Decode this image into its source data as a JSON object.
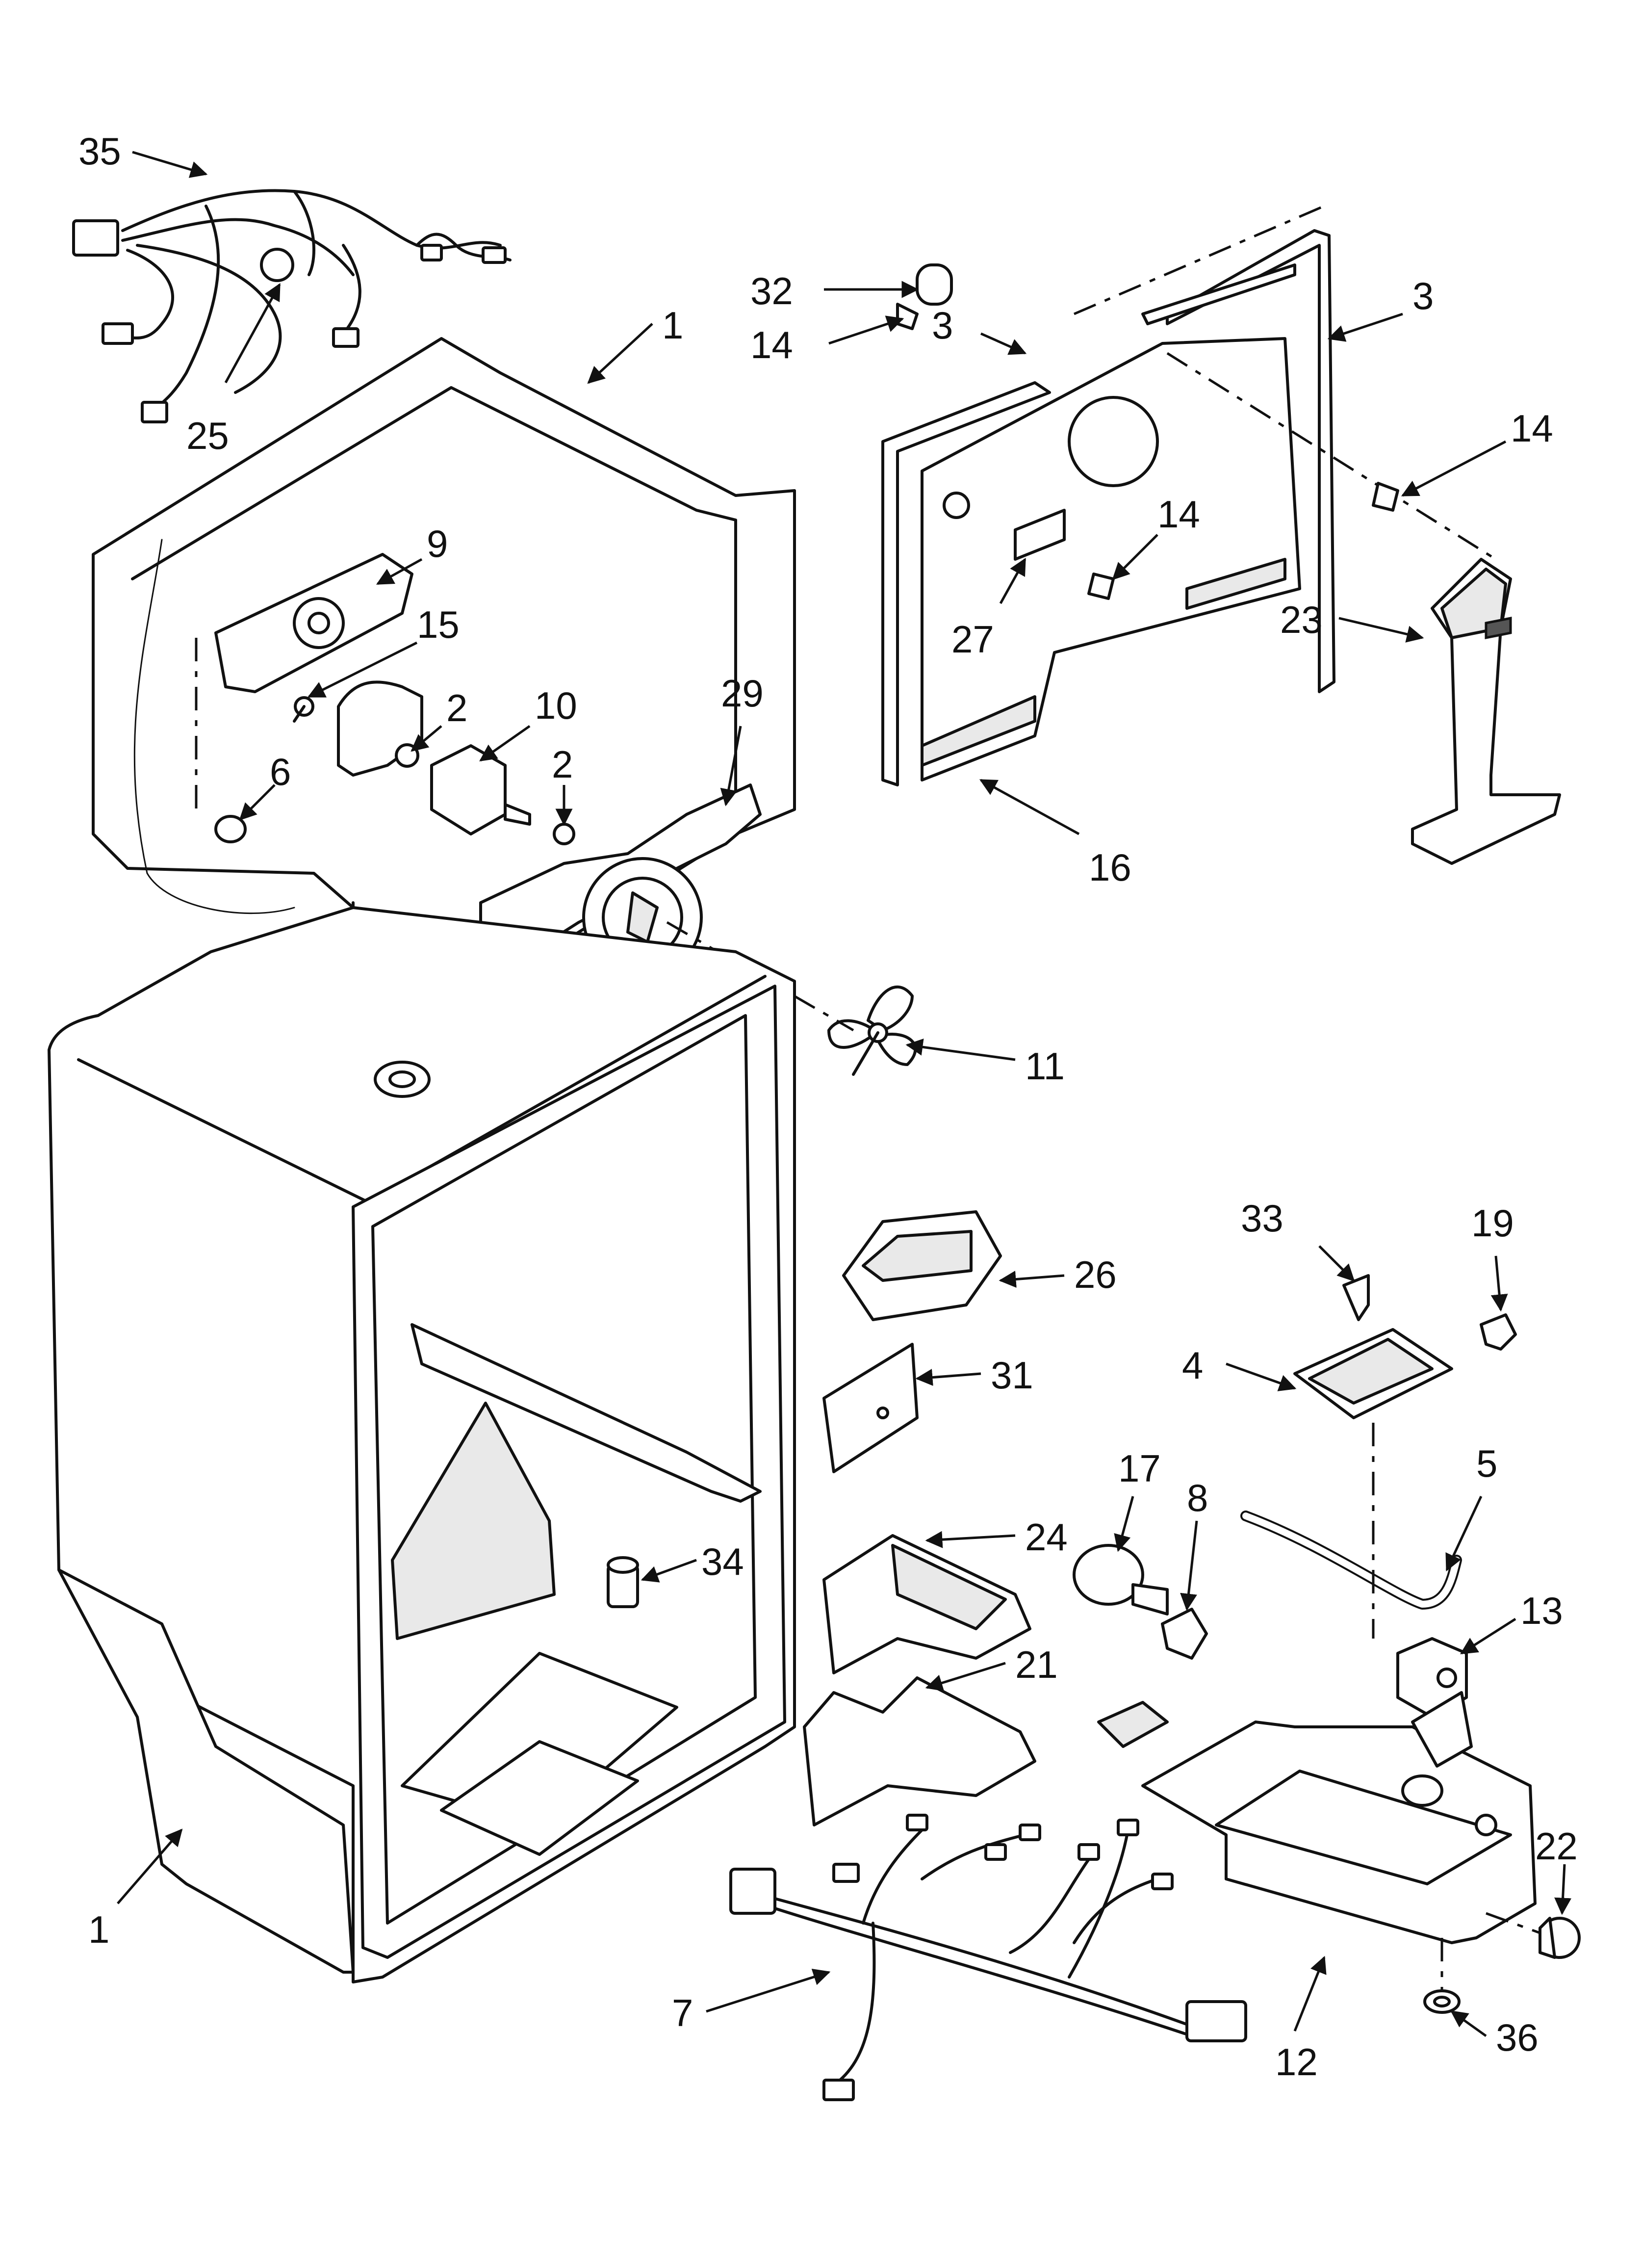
{
  "diagram": {
    "callouts": [
      {
        "key": "c35",
        "label": "35"
      },
      {
        "key": "c25",
        "label": "25"
      },
      {
        "key": "c1_top",
        "label": "1"
      },
      {
        "key": "c9",
        "label": "9"
      },
      {
        "key": "c15",
        "label": "15"
      },
      {
        "key": "c2_a",
        "label": "2"
      },
      {
        "key": "c10",
        "label": "10"
      },
      {
        "key": "c29",
        "label": "29"
      },
      {
        "key": "c2_b",
        "label": "2"
      },
      {
        "key": "c6",
        "label": "6"
      },
      {
        "key": "c11",
        "label": "11"
      },
      {
        "key": "c32",
        "label": "32"
      },
      {
        "key": "c14_a",
        "label": "14"
      },
      {
        "key": "c3_a",
        "label": "3"
      },
      {
        "key": "c3_b",
        "label": "3"
      },
      {
        "key": "c14_b",
        "label": "14"
      },
      {
        "key": "c14_c",
        "label": "14"
      },
      {
        "key": "c27",
        "label": "27"
      },
      {
        "key": "c23",
        "label": "23"
      },
      {
        "key": "c16",
        "label": "16"
      },
      {
        "key": "c26",
        "label": "26"
      },
      {
        "key": "c31",
        "label": "31"
      },
      {
        "key": "c33",
        "label": "33"
      },
      {
        "key": "c19",
        "label": "19"
      },
      {
        "key": "c4",
        "label": "4"
      },
      {
        "key": "c17",
        "label": "17"
      },
      {
        "key": "c8",
        "label": "8"
      },
      {
        "key": "c5",
        "label": "5"
      },
      {
        "key": "c24",
        "label": "24"
      },
      {
        "key": "c34",
        "label": "34"
      },
      {
        "key": "c21",
        "label": "21"
      },
      {
        "key": "c13",
        "label": "13"
      },
      {
        "key": "c22",
        "label": "22"
      },
      {
        "key": "c1_bottom",
        "label": "1"
      },
      {
        "key": "c7",
        "label": "7"
      },
      {
        "key": "c12",
        "label": "12"
      },
      {
        "key": "c36",
        "label": "36"
      }
    ]
  }
}
